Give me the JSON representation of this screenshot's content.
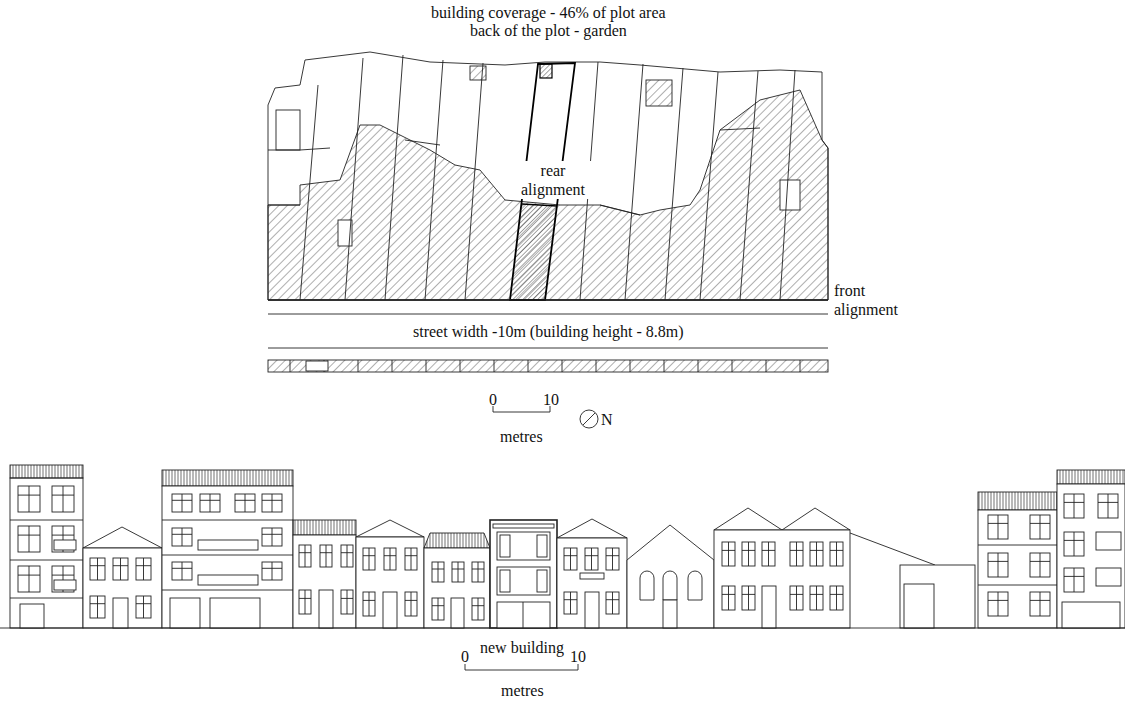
{
  "diagram": {
    "labels": [
      "building coverage - 46% of plot area",
      "back of the plot - garden",
      "rear alignment",
      "front alignment",
      "street width -10m (building height - 8.8m)",
      "0",
      "10",
      "metres",
      "N",
      "new building",
      "0",
      "10",
      "metres"
    ]
  }
}
